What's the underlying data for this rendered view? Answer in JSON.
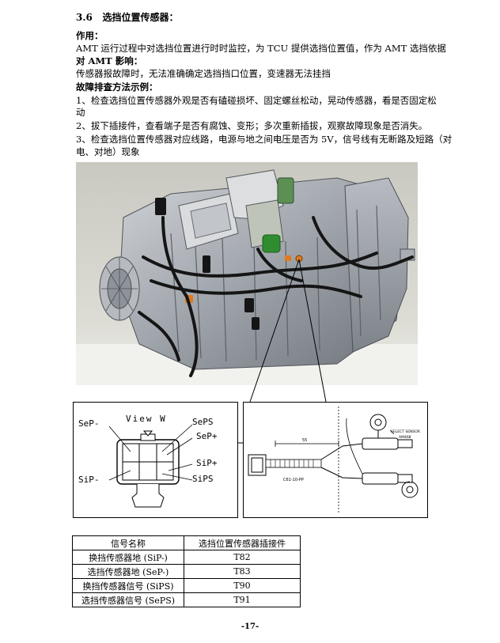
{
  "section": {
    "number": "3.6",
    "title": "选挡位置传感器："
  },
  "body": {
    "purpose_heading": "作用：",
    "purpose_text_1": "AMT 运行过程中对选挡位置进行时时监控，为 TCU 提供选挡位置值，作为 AMT 选挡依据",
    "impact_heading": "对 AMT 影响：",
    "impact_text": "传感器报故障时，无法准确确定选挡挡口位置，变速器无法挂挡",
    "troubleshoot_heading": "故障排查方法示例：",
    "step1_a": "1、检查选挡位置传感器外观是否有磕碰损坏、固定螺丝松动，晃动传感器，看是否固定松",
    "step1_b": "动",
    "step2": "2、拔下插接件，查看端子是否有腐蚀、变形；多次重新插拔，观察故障现象是否消失。",
    "step3_a": "3、检查选挡位置传感器对应线路，电源与地之间电压是否为 5V，信号线有无断路及短路（对",
    "step3_b": "电、对地）现象"
  },
  "connector_diagram": {
    "view_label": "View W",
    "labels": {
      "sep_minus": "SeP-",
      "seps": "SePS",
      "sep_plus": "SeP+",
      "sip_plus": "SiP+",
      "sip_minus": "SiP-",
      "sips": "SiPS"
    }
  },
  "harness_diagram": {
    "sensor_label": "SELECT SENSOR",
    "part_label": "AM468",
    "dim_label_1": "55",
    "dim_label_2": "C61-10-PP"
  },
  "pin_table": {
    "headers": [
      "信号名称",
      "选挡位置传感器插接件"
    ],
    "rows": [
      [
        "换挡传感器地 (SiP-)",
        "T82"
      ],
      [
        "选挡传感器地 (SeP-)",
        "T83"
      ],
      [
        "换挡传感器信号 (SiPS)",
        "T90"
      ],
      [
        "选挡传感器信号 (SePS)",
        "T91"
      ]
    ]
  },
  "page_number": "-17-"
}
